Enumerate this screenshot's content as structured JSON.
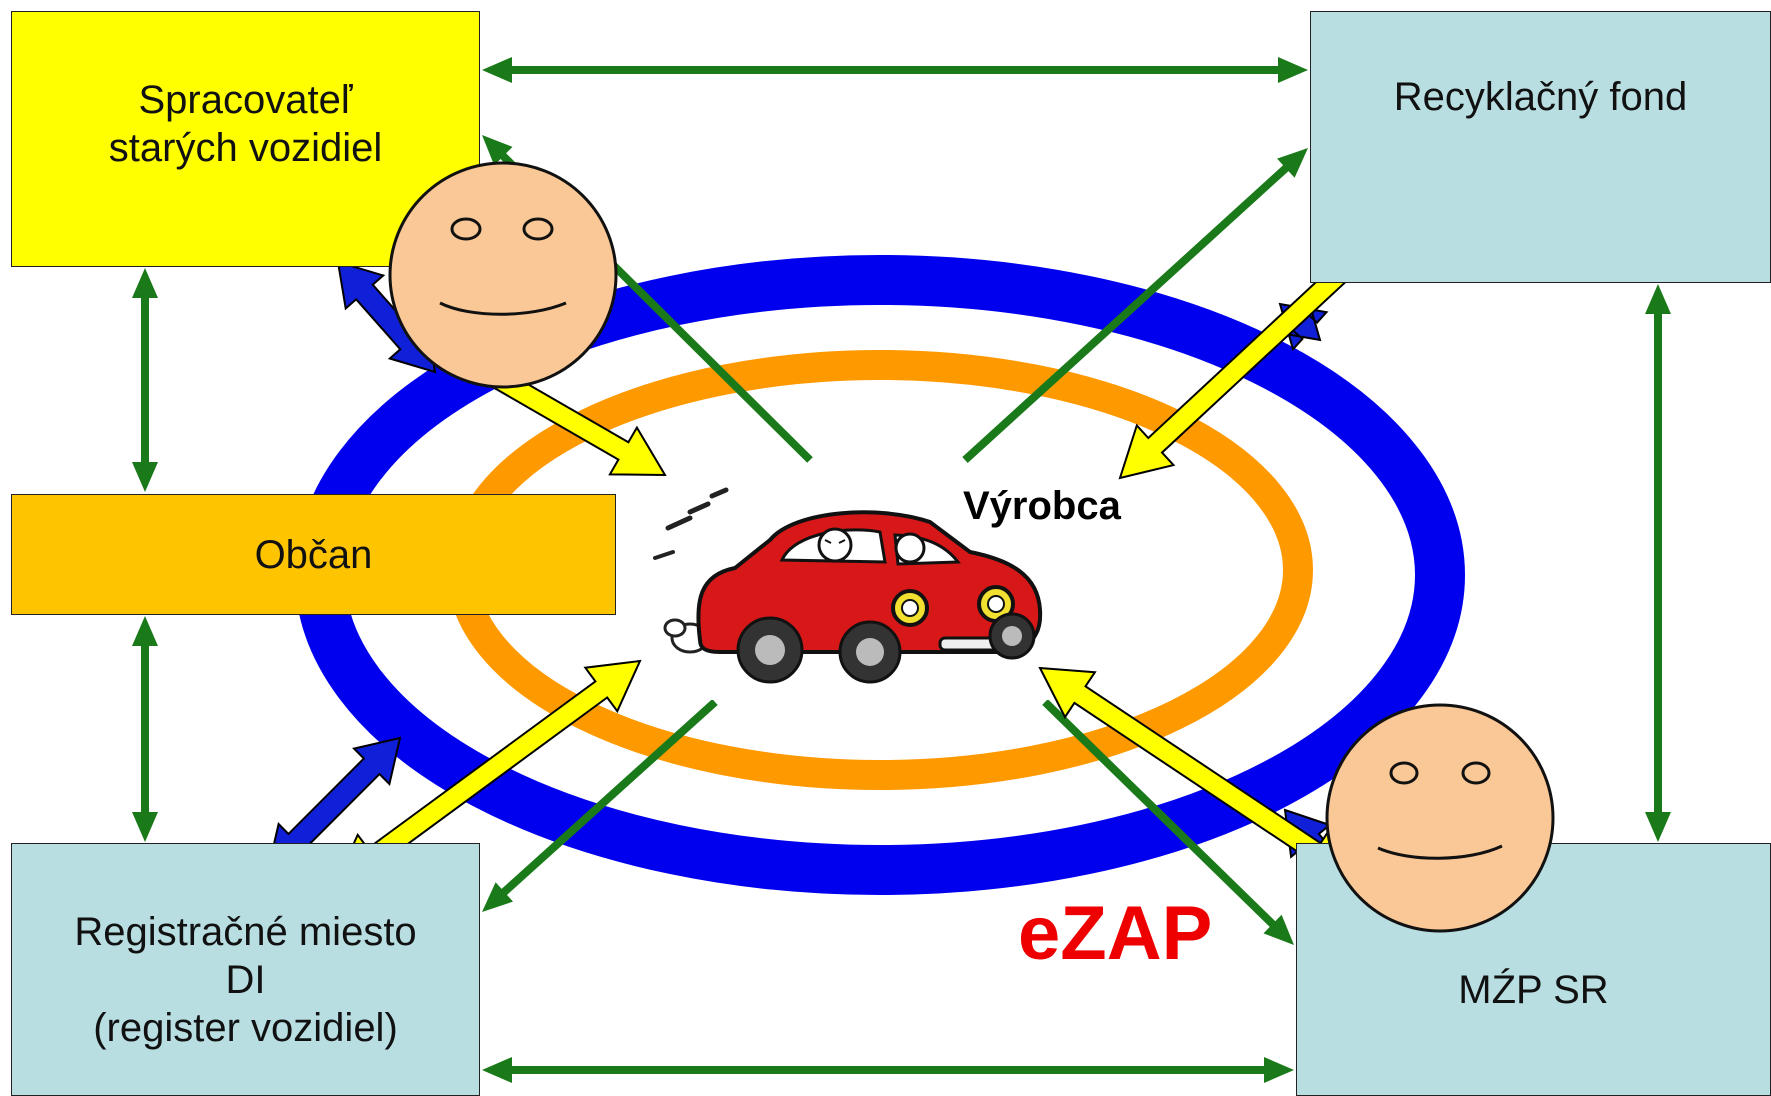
{
  "nodes": {
    "spracovatel": "Spracovateľ\nstarých vozidiel",
    "recyklacny_fond": "Recyklačný fond",
    "obcan": "Občan",
    "registracne_miesto": "Registračné miesto\nDI\n(register vozidiel)",
    "mzp_sr": "MŹP SR",
    "vyrobca": "Výrobca"
  },
  "system_label": "eZAP",
  "colors": {
    "spracovatel_fill": "#ffff00",
    "obcan_fill": "#ffc400",
    "light_box_fill": "#b8dee2",
    "outer_ring": "#0000ee",
    "inner_ring": "#ff9900",
    "green_arrow": "#1a7a1a",
    "blue_arrow": "#1020d8",
    "yellow_arrow": "#ffff00",
    "face_fill": "#f9c896",
    "car_body": "#d81818",
    "ezap_text": "#ee0000"
  },
  "icons": [
    "smiley-face-icon",
    "car-icon"
  ]
}
